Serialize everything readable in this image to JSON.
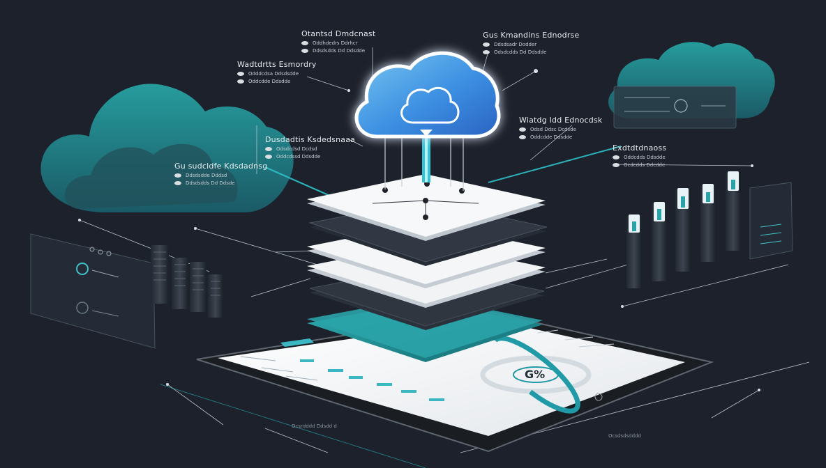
{
  "labels": {
    "top_center": {
      "title": "Otantsd Dmdcnast",
      "lines": [
        "Oddhdedrs Ddrhcr",
        "Ddsdsdds Dd Ddsdde"
      ]
    },
    "top_right": {
      "title": "Gus Kmandins Ednodrse",
      "lines": [
        "Ddsdsadr Dodder",
        "Odsdcdds Dd Ddsdde"
      ]
    },
    "upper_left": {
      "title": "Wadtdrtts Esmordry",
      "lines": [
        "Odddcdsa Ddsdsdde",
        "Oddcdde Ddsdde"
      ]
    },
    "mid_right": {
      "title": "Wiatdg Idd Ednocdsk",
      "lines": [
        "Odsd Ddsc Dcdsde",
        "Oddcdde Ddsdde"
      ]
    },
    "mid_left": {
      "title": "Dusdadtis Ksdedsnaaa",
      "lines": [
        "Odsdcdsd Dcdsd",
        "Oddcdssd Ddsdde"
      ]
    },
    "right": {
      "title": "Exdtdtdnaoss",
      "lines": [
        "Oddcdds Ddsdde",
        "Ocdcdds Ddcdde"
      ]
    },
    "left_cloud": {
      "title": "Gu sudcldfe Kdsdadnsg",
      "lines": [
        "Ddsdsdde Dddsd",
        "Ddsdsdds Dd Ddsde"
      ]
    }
  },
  "footer": {
    "left": "Ocsrdddd Ddsdd d",
    "right": "Ocsdsdsdddd"
  },
  "gauge": {
    "value_text": "G% ",
    "fraction": 0.72
  },
  "colors": {
    "background": "#1d212b",
    "teal": "#2aa3a8",
    "teal_dark": "#1b6d74",
    "cloud_blue": "#3b8fe0",
    "white": "#f4f6f8"
  }
}
